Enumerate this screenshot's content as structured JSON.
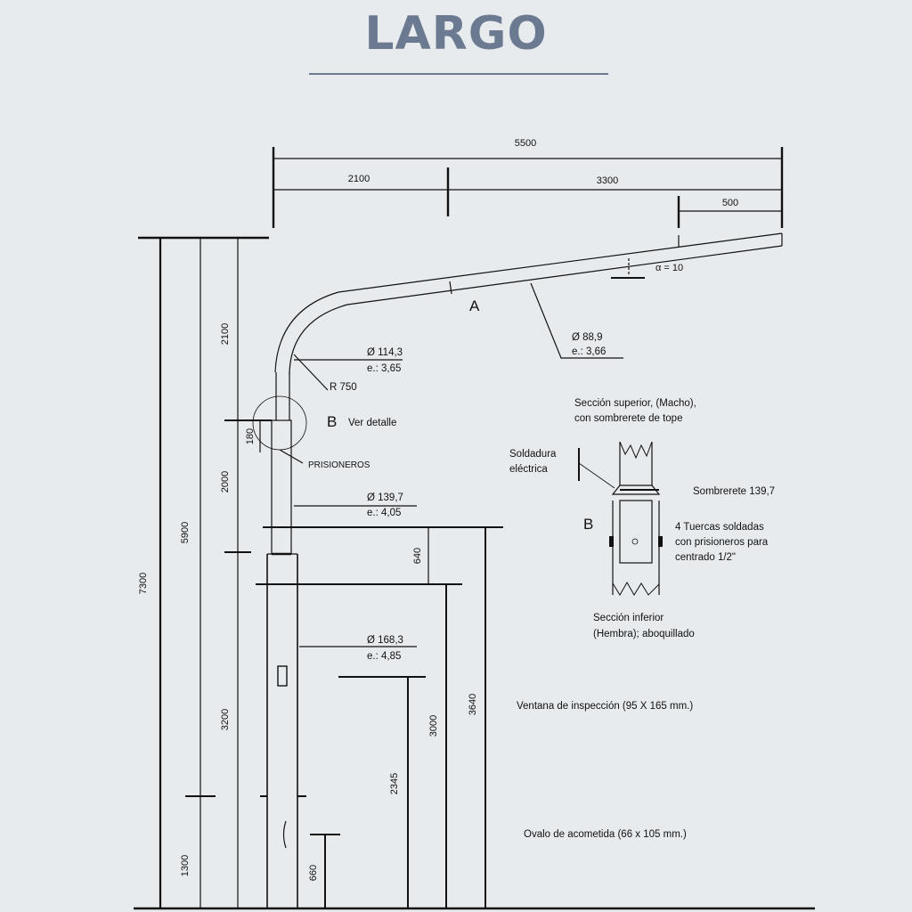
{
  "title": "LARGO",
  "colors": {
    "title": "#6b7a90",
    "rule": "#6b7a90",
    "ink": "#111111",
    "background": "#e8ebee"
  },
  "dimensions": {
    "top_total": "5500",
    "top_left": "2100",
    "top_right": "3300",
    "top_tip": "500",
    "arm_rise": "2100",
    "upper_section": "2000",
    "overall_height": "7300",
    "height_5900": "5900",
    "lower_3200": "3200",
    "base_1300": "1300",
    "detail_180": "180",
    "collar_640": "640",
    "height_3640": "3640",
    "height_3000": "3000",
    "height_2345": "2345",
    "height_660": "660"
  },
  "labels": {
    "alpha": "α = 10",
    "a": "A",
    "arm_dia": "Ø 88,9",
    "arm_thk": "e.: 3,66",
    "bend_dia": "Ø 114,3",
    "bend_thk": "e.: 3,65",
    "radius": "R 750",
    "b": "B",
    "ver_detalle": "Ver detalle",
    "prisioneros": "PRISIONEROS",
    "mid_dia": "Ø 139,7",
    "mid_thk": "e.: 4,05",
    "base_dia": "Ø 168,3",
    "base_thk": "e.: 4,85"
  },
  "detail": {
    "upper_1": "Sección superior,  (Macho),",
    "upper_2": "con sombrerete de tope",
    "weld_1": "Soldadura",
    "weld_2": "eléctrica",
    "sombrerete": "Sombrerete 139,7",
    "b": "B",
    "nuts_1": "4 Tuercas soldadas",
    "nuts_2": "con prisioneros para",
    "nuts_3": "centrado 1/2\"",
    "lower_1": "Sección inferior",
    "lower_2": "(Hembra); aboquillado"
  },
  "notes": {
    "window": "Ventana de inspección (95 X 165 mm.)",
    "oval": "Ovalo de acometida (66 x 105 mm.)"
  }
}
